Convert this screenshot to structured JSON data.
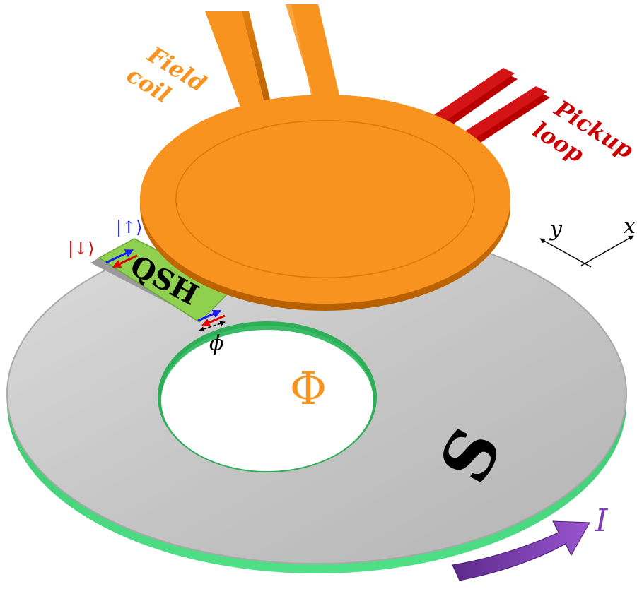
{
  "labels": {
    "field_coil_line1": "Field",
    "field_coil_line2": "coil",
    "pickup_loop_line1": "Pickup",
    "pickup_loop_line2": "loop",
    "qsh": "QSH",
    "superconductor": "S",
    "flux": "Φ",
    "phase": "ϕ",
    "current": "I",
    "spin_down": "|↓⟩",
    "spin_up": "|↑⟩",
    "axis_x": "x",
    "axis_y": "y"
  },
  "colors": {
    "field_coil": "#f7931e",
    "pickup_loop": "#cc0000",
    "superconductor_top": "#c8c8c8",
    "superconductor_side": "#3ec96a",
    "qsh_region": "#8fd14f",
    "current_arrow": "#7b3fb0",
    "spin_up": "#1a1aff",
    "spin_down": "#e00000"
  },
  "icons": {
    "current_arrow": "curved-arrow-icon",
    "axes": "axes-icon"
  }
}
